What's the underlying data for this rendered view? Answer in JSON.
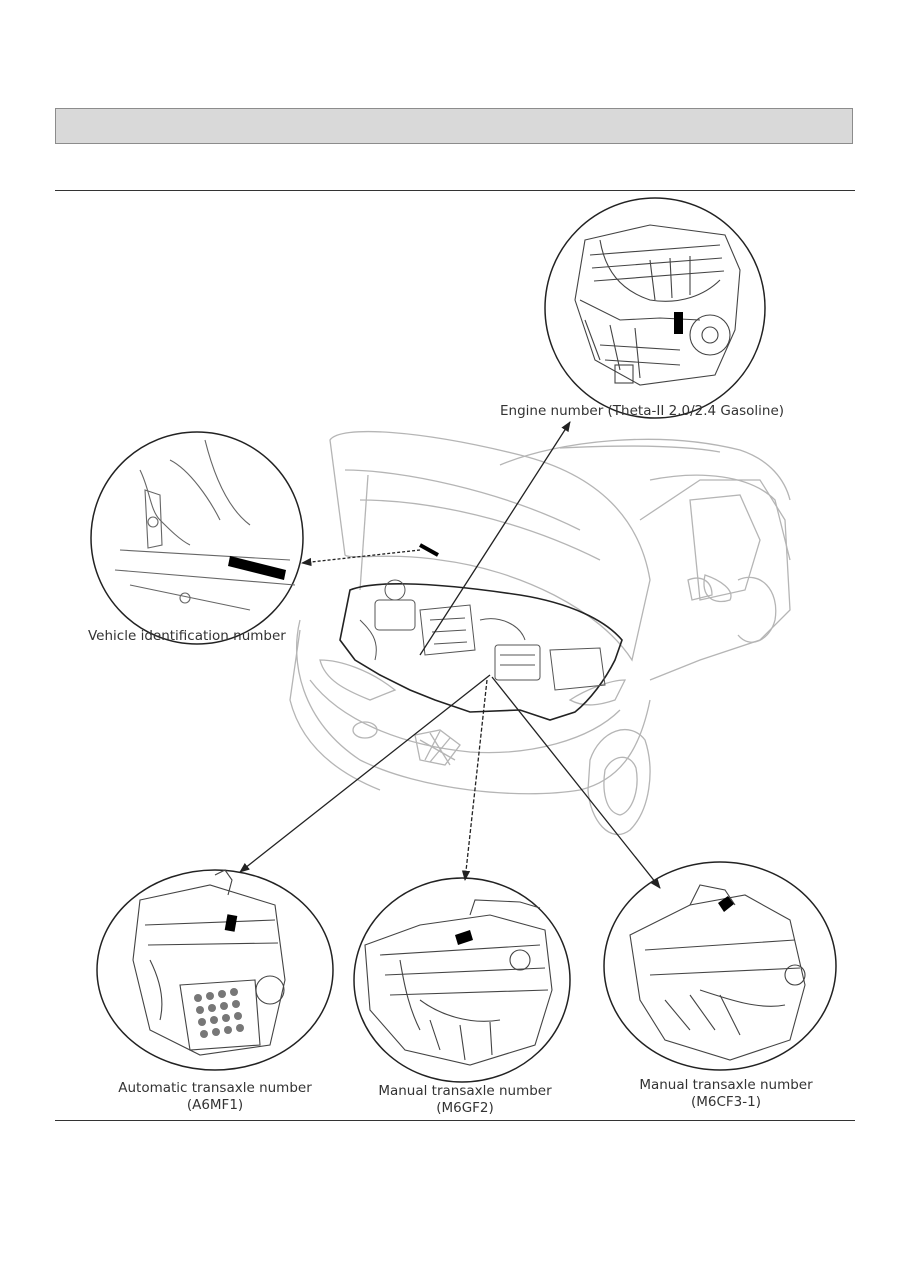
{
  "labels": {
    "engine": "Engine number (Theta-II 2.0/2.4 Gasoline)",
    "vin": "Vehicle identification number",
    "auto_transaxle": {
      "line1": "Automatic transaxle number",
      "line2": "(A6MF1)"
    },
    "manual_m6gf2": {
      "line1": "Manual transaxle number",
      "line2": "(M6GF2)"
    },
    "manual_m6cf3": {
      "line1": "Manual transaxle number",
      "line2": "(M6CF3-1)"
    }
  },
  "colors": {
    "line": "#222222",
    "faint": "#b5b5b5",
    "header": "#d9d9d9",
    "plate": "#000000"
  }
}
